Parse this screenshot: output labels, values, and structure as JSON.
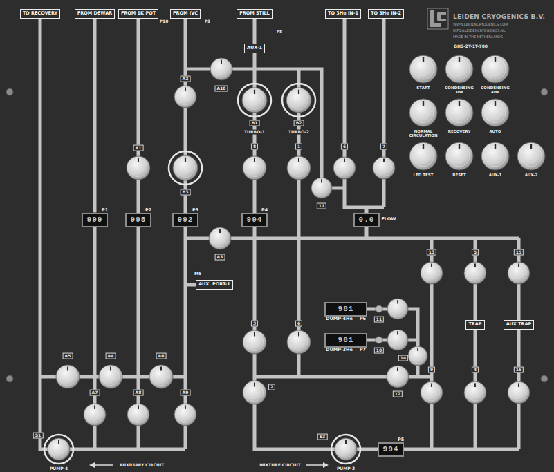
{
  "diagram": {
    "nodes": [
      {
        "text": [
          "TO RECOVERY"
        ]
      },
      {
        "text": [
          "FROM DEWAR"
        ]
      },
      {
        "text": [
          "FROM 1K POT"
        ]
      },
      {
        "text": [
          "FROM IVC"
        ]
      },
      {
        "text": [
          "FROM STILL"
        ]
      },
      {
        "text": [
          "TO 3He IN-1"
        ]
      },
      {
        "text": [
          "TO 3He IN-2"
        ]
      },
      {
        "text": [
          "AUX-1"
        ]
      },
      {
        "text": [
          "999",
          "P1"
        ]
      },
      {
        "text": [
          "995",
          "P2"
        ]
      },
      {
        "text": [
          "992",
          "P3"
        ]
      },
      {
        "text": [
          "994",
          "P4"
        ]
      },
      {
        "text": [
          "0.0",
          "FLOW"
        ]
      },
      {
        "text": [
          "AUX. PORT-1"
        ]
      },
      {
        "text": [
          "981",
          "DUMP-4He",
          "P6"
        ]
      },
      {
        "text": [
          "981",
          "DUMP-3He",
          "P7"
        ]
      },
      {
        "text": [
          "TRAP"
        ]
      },
      {
        "text": [
          "AUX TRAP"
        ]
      },
      {
        "text": [
          "994",
          "P5"
        ]
      }
    ],
    "edges": [
      {
        "from": 1,
        "to": 8,
        "arrow": "none"
      },
      {
        "from": 4,
        "to": 7,
        "arrow": "none"
      }
    ],
    "labels": [
      "P10",
      "P9",
      "P8",
      "LEIDEN CRYOGENICS B.V.",
      "WWW.LEIDENCRYOGENICS.COM",
      "INFO@LEIDENCRYOGENICS.NL",
      "MADE IN THE NETHERLANDS",
      "GHS-2T-1T-700",
      "A10",
      "A2",
      "B1",
      "TURBO-1",
      "B2",
      "TURBO-2",
      "8",
      "1",
      "6",
      "7",
      "A1",
      "B3",
      "17",
      "START",
      "CONDENSING 3He",
      "CONDENSING 4He",
      "NORMAL CIRCULATION",
      "RECOVERY",
      "AUTO",
      "LED TEST",
      "RESET",
      "AUX-1",
      "AUX-2",
      "A3",
      "M5",
      "13",
      "5",
      "15",
      "3",
      "6",
      "11",
      "10",
      "14",
      "12",
      "9",
      "4",
      "16",
      "2",
      "A5",
      "A4",
      "A6",
      "A7",
      "A8",
      "A9",
      "S3",
      "S1",
      "PUMP-4",
      "AUXILIARY CIRCUIT",
      "MIXTURE CIRCUIT",
      "PUMP-3"
    ]
  }
}
